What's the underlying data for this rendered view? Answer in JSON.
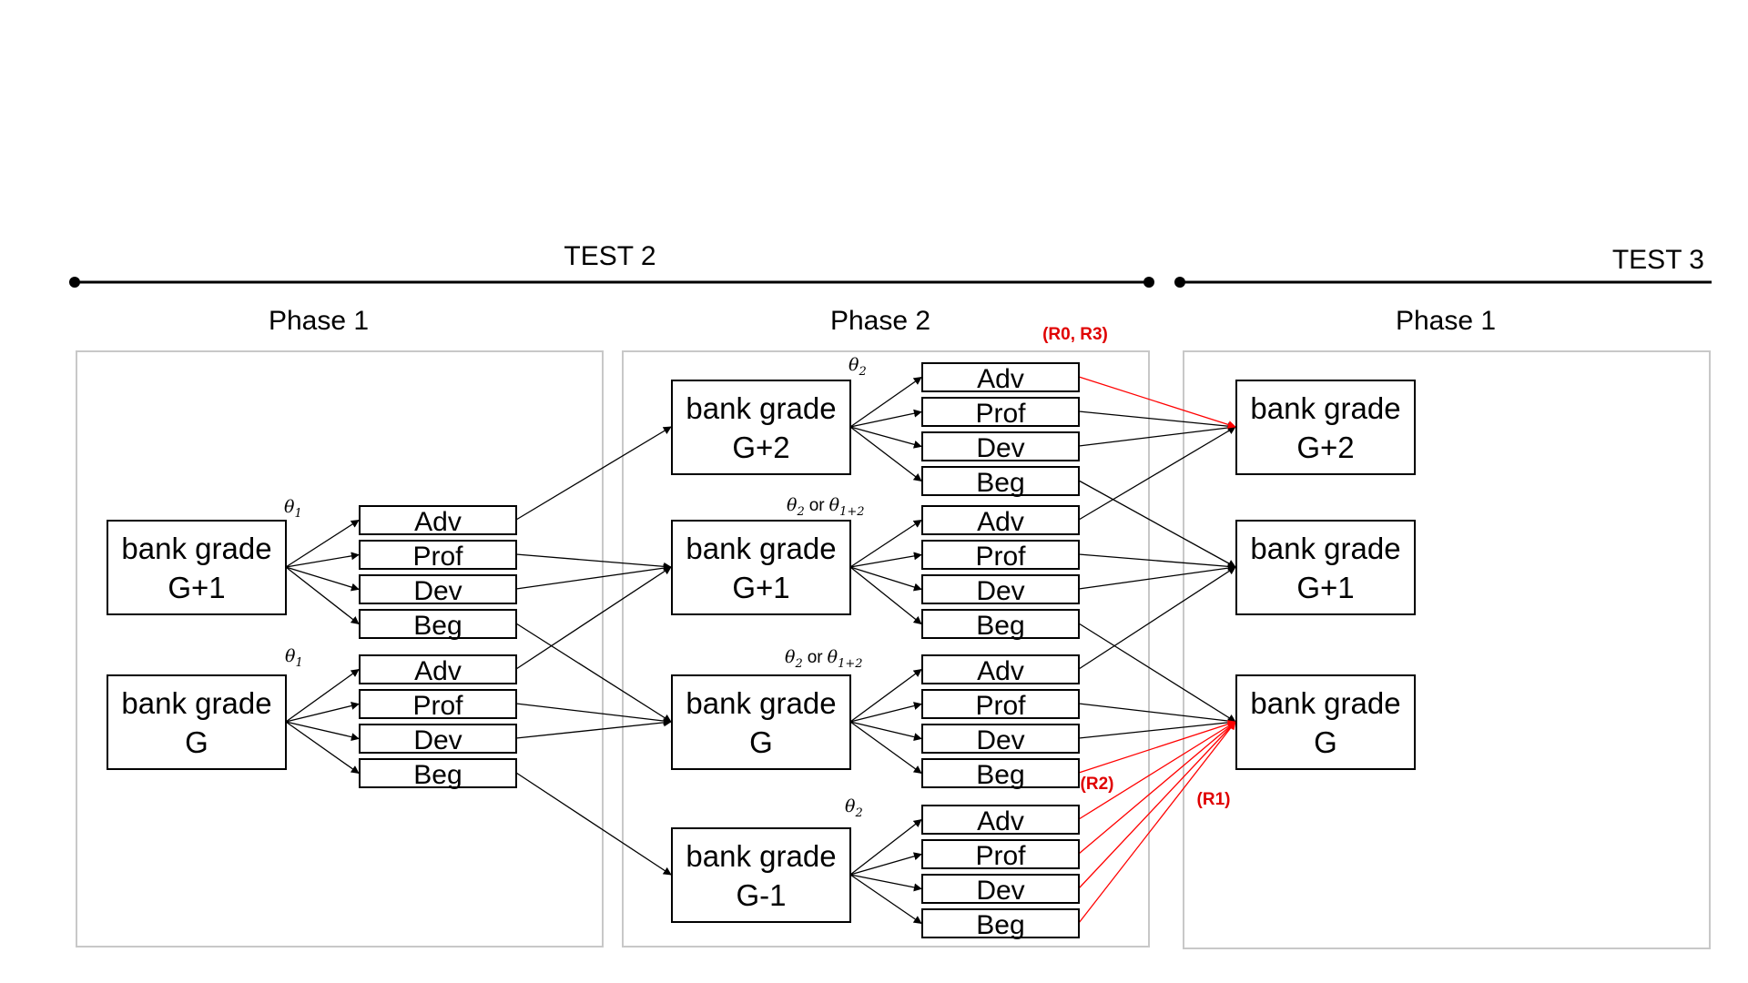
{
  "timeline": {
    "test2_label": "TEST 2",
    "test3_label": "TEST 3"
  },
  "phases": {
    "left": "Phase 1",
    "middle": "Phase 2",
    "right": "Phase 1"
  },
  "bank_prefix": "bank grade",
  "grades": {
    "g_plus_2": "G+2",
    "g_plus_1": "G+1",
    "g": "G",
    "g_minus_1": "G-1"
  },
  "levels": [
    "Adv",
    "Prof",
    "Dev",
    "Beg"
  ],
  "theta": {
    "symbol": "θ",
    "sub1": "1",
    "sub2": "2",
    "sub12": "1+2",
    "or_word": "or"
  },
  "routes": {
    "r0_r3": "(R0, R3)",
    "r2": "(R2)",
    "r1": "(R1)"
  },
  "colors": {
    "line": "#000000",
    "highlight": "#ff0000",
    "highlight_text": "#e00000",
    "panel_border": "#c8c8c8"
  }
}
